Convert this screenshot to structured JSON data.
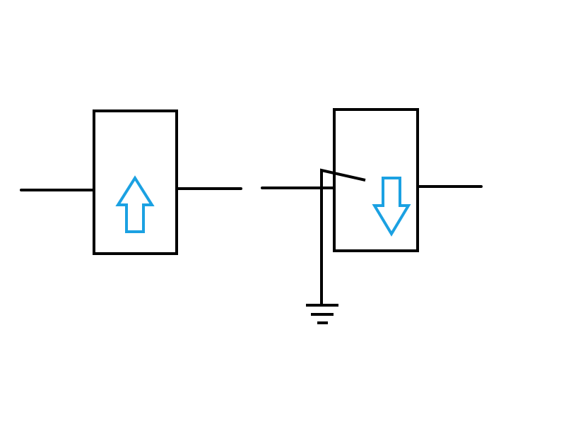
{
  "colors": {
    "background": "#ffffff",
    "stroke": "#000000",
    "arrow": "#1ba1e2"
  },
  "components": [
    {
      "name": "block-left",
      "arrow": "up-arrow-icon"
    },
    {
      "name": "block-right",
      "arrow": "down-arrow-icon",
      "switch": "open-switch",
      "ground": "ground-symbol-icon"
    }
  ]
}
